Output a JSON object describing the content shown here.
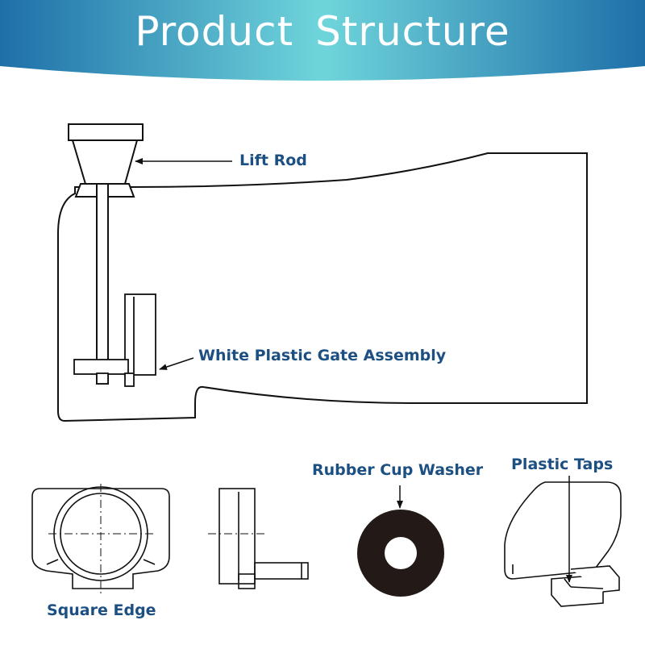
{
  "banner": {
    "title": "Product Structure",
    "color_left": "#1e6fa8",
    "color_mid": "#6fd5db",
    "color_right": "#1e6fa8"
  },
  "labels": {
    "lift_rod": "Lift Rod",
    "gate_assembly": "White Plastic Gate Assembly",
    "rubber_washer": "Rubber Cup Washer",
    "plastic_taps": "Plastic Taps",
    "square_edge": "Square Edge"
  },
  "colors": {
    "label_text": "#1c4f82",
    "line": "#111111",
    "washer": "#231a17"
  }
}
